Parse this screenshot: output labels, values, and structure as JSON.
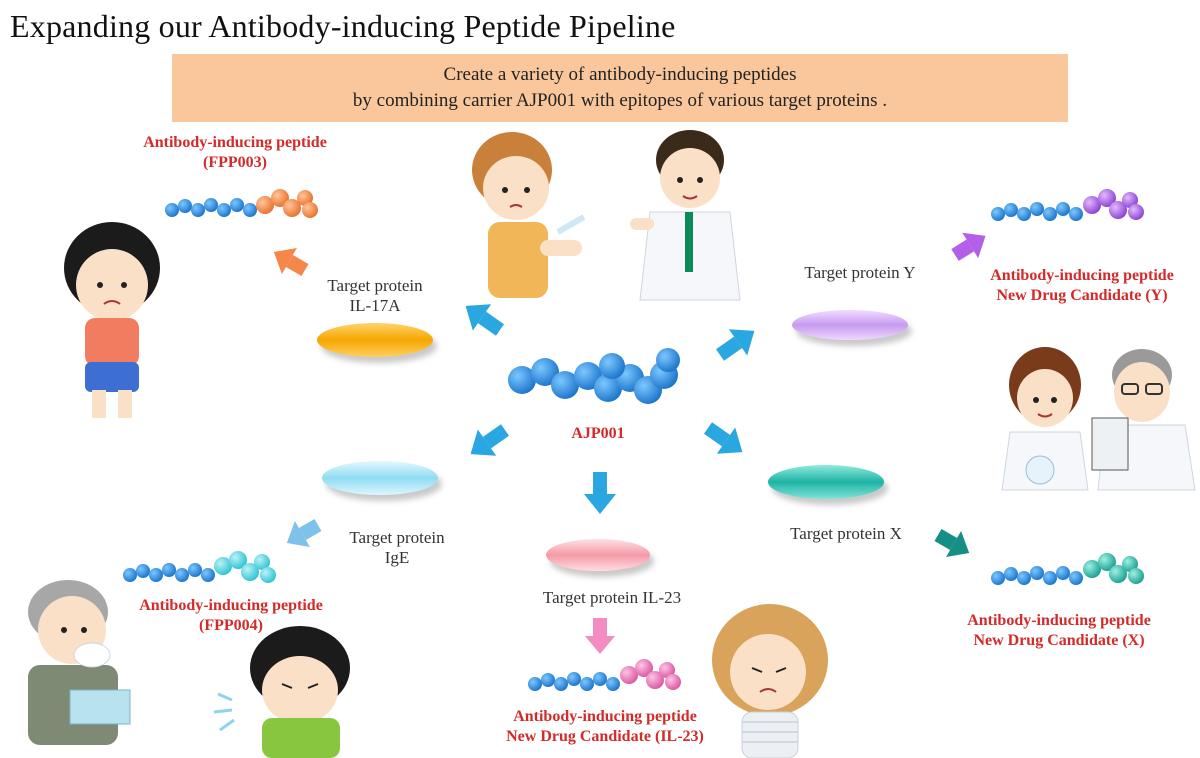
{
  "title": "Expanding our Antibody-inducing Peptide Pipeline",
  "banner": {
    "line1": "Create a variety of antibody-inducing peptides",
    "line2": "by combining carrier AJP001 with epitopes of various target proteins ."
  },
  "center": {
    "label": "AJP001"
  },
  "targets": {
    "il17a": {
      "line1": "Target protein",
      "line2": "IL-17A",
      "color": "#f6a600"
    },
    "y": {
      "label": "Target protein Y",
      "color": "#c79bf0"
    },
    "ige": {
      "line1": "Target protein",
      "line2": "IgE",
      "color": "#8fdcf2"
    },
    "il23": {
      "label": "Target protein IL-23",
      "color": "#f59aa6"
    },
    "x": {
      "label": "Target protein X",
      "color": "#1fb3a4"
    }
  },
  "peptides": {
    "fpp003": {
      "line1": "Antibody-inducing peptide",
      "line2": "(FPP003)",
      "epitope_color": "#f4874a"
    },
    "fpp004": {
      "line1": "Antibody-inducing peptide",
      "line2": "(FPP004)",
      "epitope_color": "#5fd0dc"
    },
    "y": {
      "line1": "Antibody-inducing peptide",
      "line2": "New Drug Candidate (Y)",
      "epitope_color": "#a35ee0"
    },
    "x": {
      "line1": "Antibody-inducing peptide",
      "line2": "New Drug Candidate (X)",
      "epitope_color": "#2bb5a7"
    },
    "il23": {
      "line1": "Antibody-inducing peptide",
      "line2": "New Drug Candidate (IL-23)",
      "epitope_color": "#e77ab8"
    }
  },
  "colors": {
    "carrier": "#1e86d6",
    "arrow": "#2aa6e0",
    "label_red": "#d32a2a"
  }
}
